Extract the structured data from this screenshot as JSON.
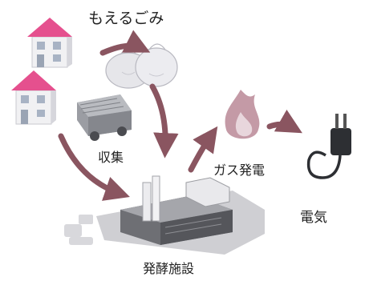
{
  "labels": {
    "burnable_waste": "もえるごみ",
    "collection": "収集",
    "gas_power": "ガス発電",
    "electricity": "電気",
    "fermentation_facility": "発酵施設"
  },
  "icons": {
    "houses": "house-icon",
    "garbage_bags": "garbage-bag-icon",
    "truck": "garbage-truck-icon",
    "flame": "flame-icon",
    "plug": "power-plug-icon",
    "facility": "fermentation-plant-icon"
  },
  "colors": {
    "arrow": "#8a5560",
    "house_roof": "#e5508e",
    "flame": "#b98a96"
  }
}
